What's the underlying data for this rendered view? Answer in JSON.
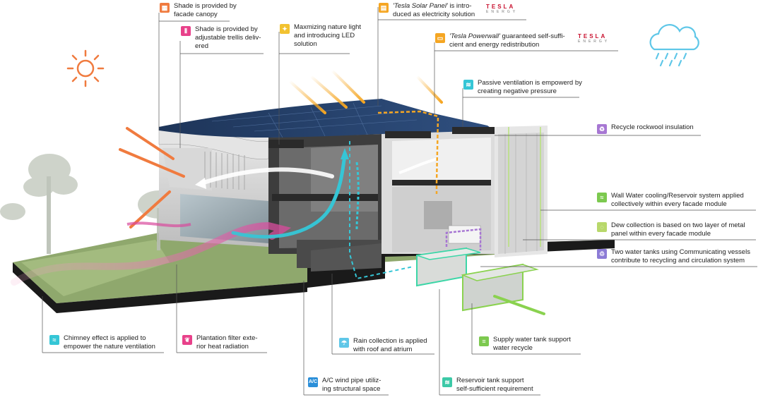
{
  "colors": {
    "orange": "#f07b3f",
    "pink": "#e8418a",
    "yellow": "#f2c230",
    "amber": "#f5a623",
    "cyan": "#35c6d6",
    "purple": "#a777d3",
    "green": "#7cc94f",
    "blue": "#2b8fd9",
    "teal": "#3cc9a7",
    "tesla_red": "#c8102e"
  },
  "labels": {
    "canopy": "Shade is provided by\nfacade canopy",
    "trellis": "Shade is provided by\nadjustable trellis deliv-\nered",
    "led": "Maxmizing nature light\nand introducing LED\nsolution",
    "solar_title": "'Tesla Solar Panel'",
    "solar_rest": " is intro-\nduced as electricity solution",
    "powerwall_title": "'Tesla Powerwall'",
    "powerwall_rest": " guaranteed self-suffi-\ncient and energy redistribution",
    "passive": "Passive ventilation is empowerd by\ncreating negative pressure",
    "rockwool": "Recycle rockwool insulation",
    "wall_water": "Wall Water cooling/Reservoir system applied\ncollectively within every facade module",
    "dew": "Dew collection is based on two layer of metal\npanel within every facade module",
    "two_tanks": "Two water tanks using Communicating vessels\ncontribute to recycling and circulation system",
    "chimney": "Chimney effect is applied to\nempower the nature ventilation",
    "plantation": "Plantation filter exte-\nrior heat radiation",
    "rain": "Rain collection is applied\nwith roof and atrium",
    "supply": "Supply water tank support\nwater recycle",
    "ac": "A/C wind pipe utiliz-\ning structural space",
    "reservoir": "Reservoir tank support\nself-sufficient requirement"
  },
  "brand": {
    "name": "TESLA",
    "sub": "ENERGY"
  },
  "icons": {
    "canopy": "canopy-icon",
    "trellis": "trellis-icon",
    "led": "lightbulb-icon",
    "solar": "solar-panel-icon",
    "powerwall": "battery-icon",
    "passive": "ventilation-icon",
    "rockwool": "recycle-icon",
    "wall_water": "water-cooling-icon",
    "dew": "dew-icon",
    "two_tanks": "recycle-water-icon",
    "chimney": "wind-icon",
    "plantation": "leaf-icon",
    "rain": "rain-icon",
    "supply": "water-tank-icon",
    "ac": "ac-icon",
    "reservoir": "reservoir-icon",
    "sun": "sun-icon",
    "cloud": "rain-cloud-icon"
  }
}
